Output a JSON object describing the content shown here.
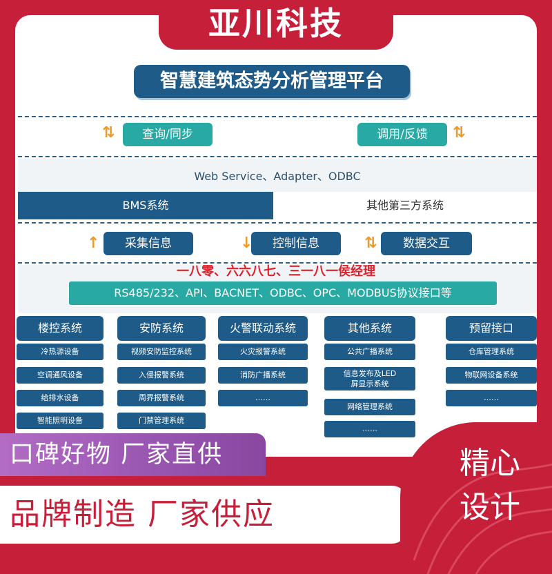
{
  "brand": "亚川科技",
  "title": "智慧建筑态势分析管理平台",
  "top_buttons": [
    "查询/同步",
    "调用/反馈"
  ],
  "web_service": "Web Service、Adapter、ODBC",
  "systems": [
    "BMS系统",
    "其他第三方系统"
  ],
  "info_buttons": [
    "采集信息",
    "控制信息",
    "数据交互"
  ],
  "contact": "一八零、六六八七、三一八一侯经理",
  "protocol": "RS485/232、API、BACNET、ODBC、OPC、MODBUS协议接口等",
  "columns": [
    {
      "title": "楼控系统",
      "items": [
        "冷热源设备",
        "空调通风设备",
        "给排水设备",
        "智能照明设备"
      ]
    },
    {
      "title": "安防系统",
      "items": [
        "视频安防监控系统",
        "入侵报警系统",
        "周界报警系统",
        "门禁管理系统"
      ]
    },
    {
      "title": "火警联动系统",
      "items": [
        "火灾报警系统",
        "消防广播系统",
        "……"
      ]
    },
    {
      "title": "其他系统",
      "items": [
        "公共广播系统",
        "信息发布及LED屏显示系统",
        "网络管理系统",
        "……"
      ]
    },
    {
      "title": "预留接口",
      "items": [
        "仓库管理系统",
        "物联网设备系统",
        "……"
      ]
    }
  ],
  "ribbon_purple": "口碑好物 厂家直供",
  "ribbon_white": "品牌制造 厂家供应",
  "corner_lines": [
    "精心",
    "设计"
  ],
  "colors": {
    "primary_blue": "#1f5b88",
    "teal": "#28a9a3",
    "brand_red": "#c61f3a",
    "arrow_orange": "#f09a25",
    "contact_red": "#e0202a"
  }
}
